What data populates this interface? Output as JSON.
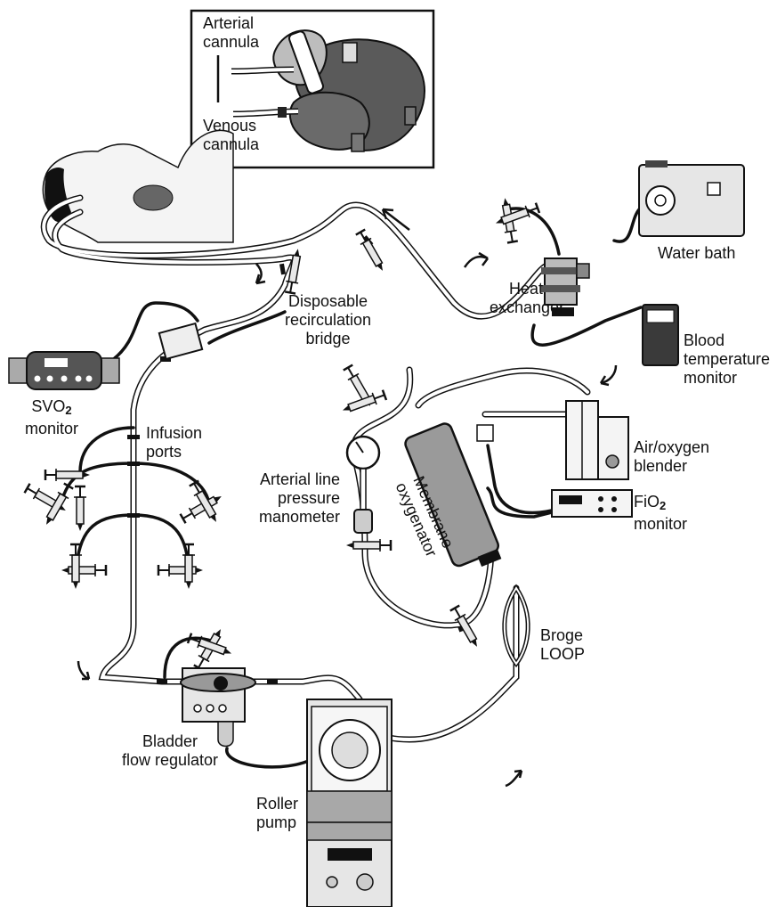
{
  "labels": {
    "arterial_cannula": [
      "Arterial",
      "cannula"
    ],
    "venous_cannula": [
      "Venous",
      "cannula"
    ],
    "water_bath": "Water bath",
    "heat_exchanger": [
      "Heat",
      "exchanger"
    ],
    "disposable_bridge": [
      "Disposable",
      "recirculation",
      "bridge"
    ],
    "blood_temp_monitor": [
      "Blood",
      "temperature",
      "monitor"
    ],
    "svo2_monitor": {
      "prefix": "SVO",
      "sub": "2",
      "line2": "monitor"
    },
    "infusion_ports": [
      "Infusion",
      "ports"
    ],
    "arterial_line_manometer": [
      "Arterial line",
      "pressure",
      "manometer"
    ],
    "membrane_oxygenator": [
      "Membrane",
      "oxygenator"
    ],
    "air_oxygen_blender": [
      "Air/oxygen",
      "blender"
    ],
    "fio2_monitor": {
      "prefix": "FiO",
      "sub": "2",
      "line2": "monitor"
    },
    "broge_loop": [
      "Broge",
      "LOOP"
    ],
    "bladder_flow_regulator": [
      "Bladder",
      "flow regulator"
    ],
    "roller_pump": [
      "Roller",
      "pump"
    ]
  },
  "colors": {
    "tubing_outline": "#111111",
    "tubing_fill": "#ffffff",
    "device_light": "#e6e6e6",
    "device_mid": "#a8a8a8",
    "device_dark": "#4a4a4a",
    "heart_dark": "#5a5a5a"
  }
}
